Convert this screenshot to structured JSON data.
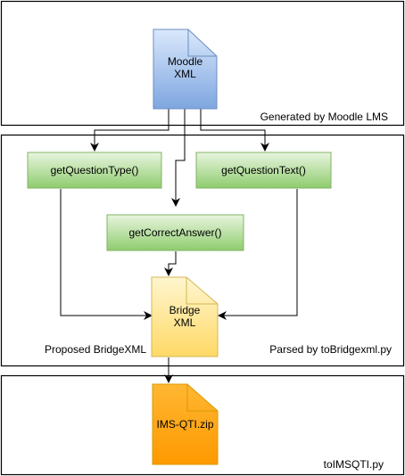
{
  "sections": {
    "top": {
      "label": "Generated by Moodle LMS"
    },
    "middle": {
      "label_left": "Proposed BridgeXML",
      "label_right": "Parsed by  toBridgexml.py"
    },
    "bottom": {
      "label": "toIMSQTI.py"
    }
  },
  "nodes": {
    "moodle_xml": {
      "text": "Moodle\nXML",
      "color": "#7ea6e0"
    },
    "get_question_type": {
      "text": "getQuestionType()",
      "color": "#97d077"
    },
    "get_question_text": {
      "text": "getQuestionText()",
      "color": "#97d077"
    },
    "get_correct_answer": {
      "text": "getCorrectAnswer()",
      "color": "#97d077"
    },
    "bridge_xml": {
      "text": "Bridge\nXML",
      "color": "#ffd966"
    },
    "ims_qti_zip": {
      "text": "IMS-QTI.zip",
      "color": "#ffa500"
    }
  }
}
